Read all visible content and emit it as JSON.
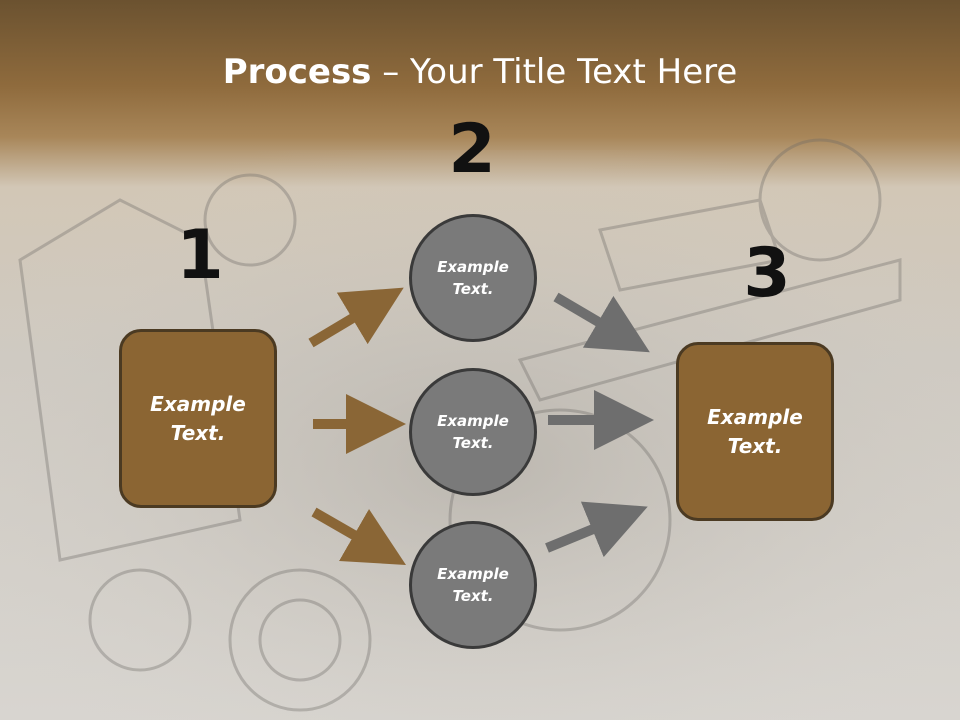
{
  "title": {
    "bold": "Process",
    "rest": " – Your Title Text Here"
  },
  "numbers": [
    "1",
    "2",
    "3"
  ],
  "left_box": {
    "line1": "Example",
    "line2": "Text."
  },
  "circles": [
    {
      "line1": "Example",
      "line2": "Text."
    },
    {
      "line1": "Example",
      "line2": "Text."
    },
    {
      "line1": "Example",
      "line2": "Text."
    }
  ],
  "right_box": {
    "line1": "Example",
    "line2": "Text."
  },
  "colors": {
    "box_fill": "#8b6533",
    "circle_fill": "#7a7a7a",
    "arrow_brown": "#8a6636",
    "arrow_gray": "#6e6e6e",
    "banner": "#8a6a3c"
  }
}
